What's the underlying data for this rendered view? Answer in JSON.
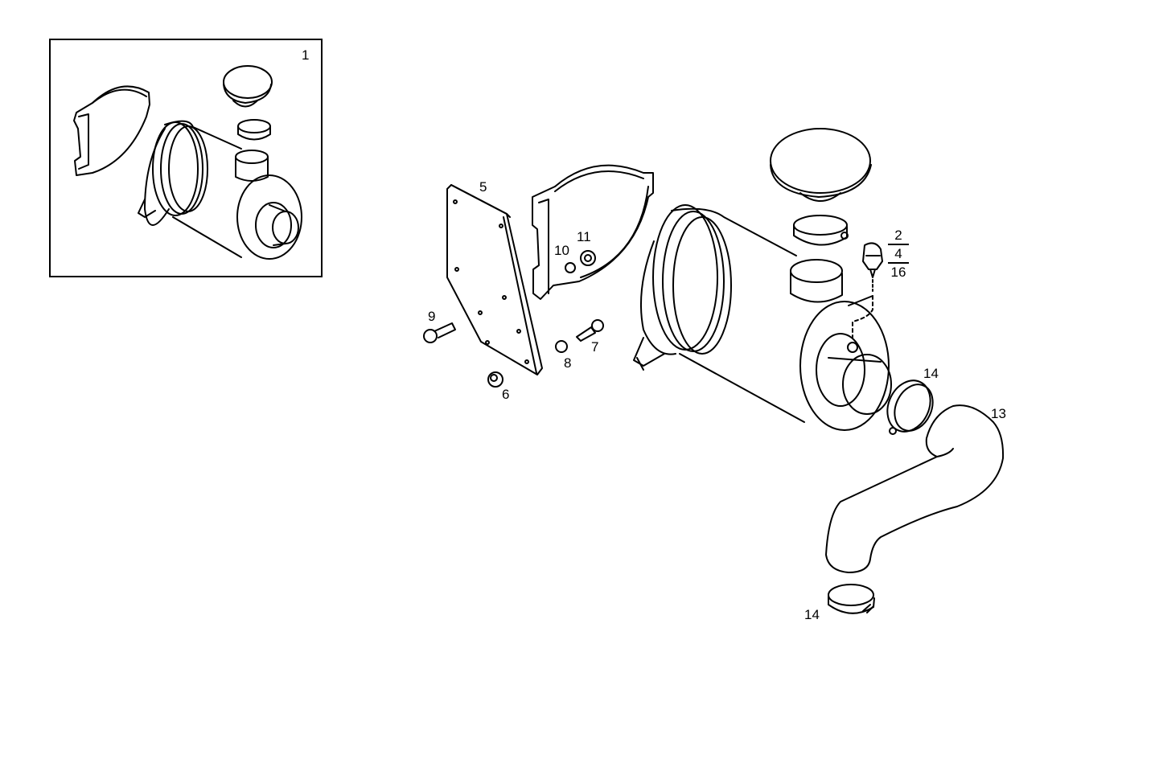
{
  "diagram": {
    "type": "exploded-parts-view",
    "subject": "air filter assembly",
    "stroke_color": "#000000",
    "background": "#ffffff"
  },
  "inset": {
    "label": "1"
  },
  "callouts": {
    "c2": "2",
    "c4": "4",
    "c16": "16",
    "c5": "5",
    "c6": "6",
    "c7": "7",
    "c8": "8",
    "c9": "9",
    "c10": "10",
    "c11": "11",
    "c13": "13",
    "c14a": "14",
    "c14b": "14"
  }
}
